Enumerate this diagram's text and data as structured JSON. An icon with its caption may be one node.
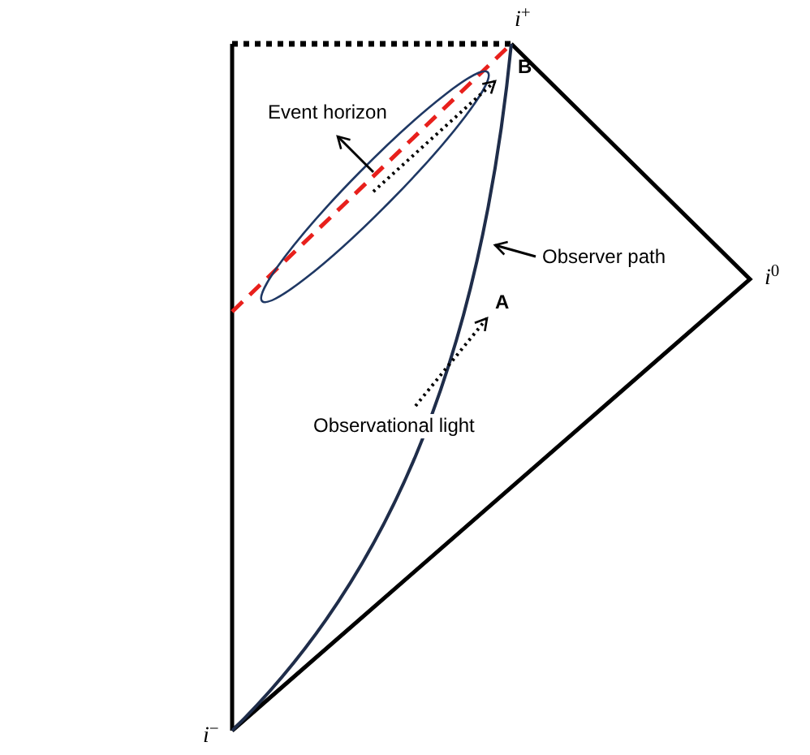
{
  "diagram": {
    "nodes": [
      {
        "text": [],
        "shape": "ellipse"
      },
      {
        "text": [
          "Event horizon"
        ]
      },
      {
        "text": [
          "B"
        ]
      },
      {
        "text": [
          "Observer path"
        ]
      },
      {
        "text": [
          "A"
        ]
      },
      {
        "text": [
          "Observational light"
        ]
      }
    ],
    "edges": [
      {
        "from": 0,
        "to": 1,
        "arrow": "to"
      },
      {
        "from": 0,
        "to": 2,
        "arrow": "to",
        "style": "dashed"
      },
      {
        "from": 3,
        "to": null,
        "arrow": "to"
      },
      {
        "from": 5,
        "to": 4,
        "arrow": "to",
        "style": "dashed"
      }
    ],
    "labels": [
      "*i*$^{+}$",
      "*i*$^{0}$",
      "*i*$^{−}$"
    ]
  }
}
